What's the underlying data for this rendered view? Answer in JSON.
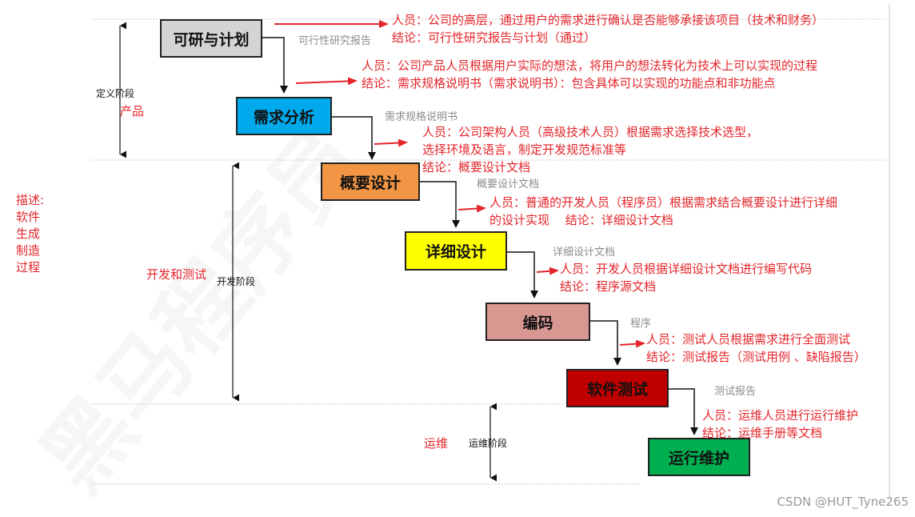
{
  "stages": [
    {
      "label": "可研与计划",
      "color": "#d4d4d4",
      "text_color": "#111"
    },
    {
      "label": "需求分析",
      "color": "#00a9ec",
      "text_color": "#111"
    },
    {
      "label": "概要设计",
      "color": "#f29544",
      "text_color": "#111"
    },
    {
      "label": "详细设计",
      "color": "#ffff00",
      "text_color": "#111"
    },
    {
      "label": "编码",
      "color": "#d99792",
      "text_color": "#111"
    },
    {
      "label": "软件测试",
      "color": "#c00000",
      "text_color": "#111"
    },
    {
      "label": "运行维护",
      "color": "#00b050",
      "text_color": "#111"
    }
  ],
  "documents": [
    "可行性研究报告",
    "需求规格说明书",
    "概要设计文档",
    "详细设计文档",
    "程序",
    "测试报告"
  ],
  "notes": [
    [
      "人员：公司的高层，通过用户的需求进行确认是否能够承接该项目（技术和财务）",
      "结论：可行性研究报告与计划（通过）"
    ],
    [
      "人员：公司产品人员根据用户实际的想法，将用户的想法转化为技术上可以实现的过程",
      "结论：需求规格说明书（需求说明书）：包含具体可以实现的功能点和非功能点"
    ],
    [
      "人员：公司架构人员（高级技术人员）根据需求选择技术选型，",
      "选择环境及语言，制定开发规范标准等",
      "结论：概要设计文档"
    ],
    [
      "人员：普通的开发人员（程序员）根据需求结合概要设计进行详细",
      "的设计实现　 结论：详细设计文档"
    ],
    [
      "人员：开发人员根据详细设计文档进行编写代码",
      "结论：程序源文档"
    ],
    [
      "人员：测试人员根据需求进行全面测试",
      "结论：测试报告（测试用例 、缺陷报告）"
    ],
    [
      "人员：运维人员进行运行维护",
      "结论：运维手册等文档"
    ]
  ],
  "phases": {
    "definition": "定义阶段",
    "definition_tag": "产品",
    "development": "开发阶段",
    "development_tag": "开发和测试",
    "maintenance": "运维阶段",
    "maintenance_tag": "运维"
  },
  "description": {
    "title": "描述:",
    "lines": [
      "软件",
      "生成",
      "制造",
      "过程"
    ]
  },
  "footer": "CSDN @HUT_Tyne265",
  "colors": {
    "accent_red": "#e3262b",
    "doc_gray": "#8c8c8c"
  }
}
